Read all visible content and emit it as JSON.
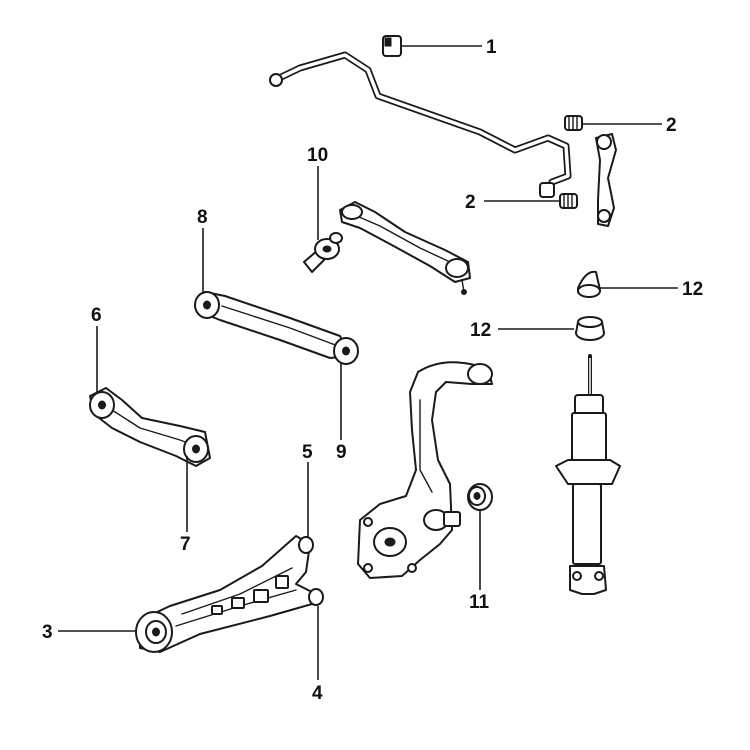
{
  "callouts": {
    "c1": "1",
    "c2a": "2",
    "c2b": "2",
    "c3": "3",
    "c4": "4",
    "c5": "5",
    "c6": "6",
    "c7": "7",
    "c8": "8",
    "c9": "9",
    "c10": "10",
    "c11": "11",
    "c12a": "12",
    "c12b": "12"
  }
}
